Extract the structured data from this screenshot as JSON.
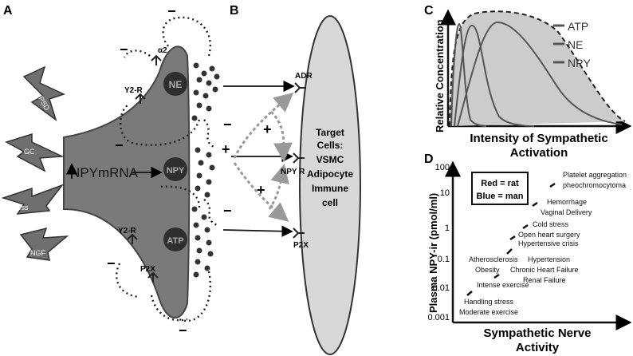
{
  "panels": {
    "a": "A",
    "b": "B",
    "c": "C",
    "d": "D"
  },
  "stimuli": [
    {
      "label": "PSD"
    },
    {
      "label": "GC"
    },
    {
      "label": "Stress"
    },
    {
      "label": "NGF"
    }
  ],
  "neuron": {
    "mrna_label": "NPYmRNA",
    "vesicles": [
      "NE",
      "NPY",
      "ATP"
    ],
    "receptors": {
      "alpha2": "α2",
      "y2r_top": "Y2-R",
      "y2r_bottom": "Y2-R",
      "p2x": "P2X"
    },
    "signs": {
      "minus": "−",
      "plus": "+"
    }
  },
  "target": {
    "title_lines": [
      "Target",
      "Cells:",
      "VSMC",
      "Adipocyte",
      "Immune",
      "cell"
    ],
    "receptors": {
      "adr": "ADR",
      "npyr": "NPY R",
      "p2x": "P2X"
    }
  },
  "chart_c": {
    "ylabel": "Relative Concentration",
    "xlabel_lines": [
      "Intensity of Sympathetic",
      "Activation"
    ],
    "legend": [
      "ATP",
      "NE",
      "NPY"
    ],
    "colors": {
      "fill": "#cccccc",
      "line": "#555555"
    }
  },
  "chart_d": {
    "ylabel": "Plasma NPY-ir (pmol/ml)",
    "xlabel_lines": [
      "Sympathetic Nerve",
      "Activity"
    ],
    "y_ticks": [
      "100",
      "10",
      "1",
      "0.1",
      "0.01",
      "0.001"
    ],
    "legend_lines": [
      "Red = rat",
      "Blue = man"
    ],
    "labels": [
      "Platelet aggregation",
      "pheochromocytoma",
      "Hemorrhage",
      "Vaginal Delivery",
      "Cold stress",
      "Open heart surgery",
      "Hypertensive crisis",
      "Atherosclerosis",
      "Hypertension",
      "Obesity",
      "Chronic Heart Failure",
      "Renal Failure",
      "Intense exercise",
      "Handling stress",
      "Moderate exercise"
    ]
  }
}
